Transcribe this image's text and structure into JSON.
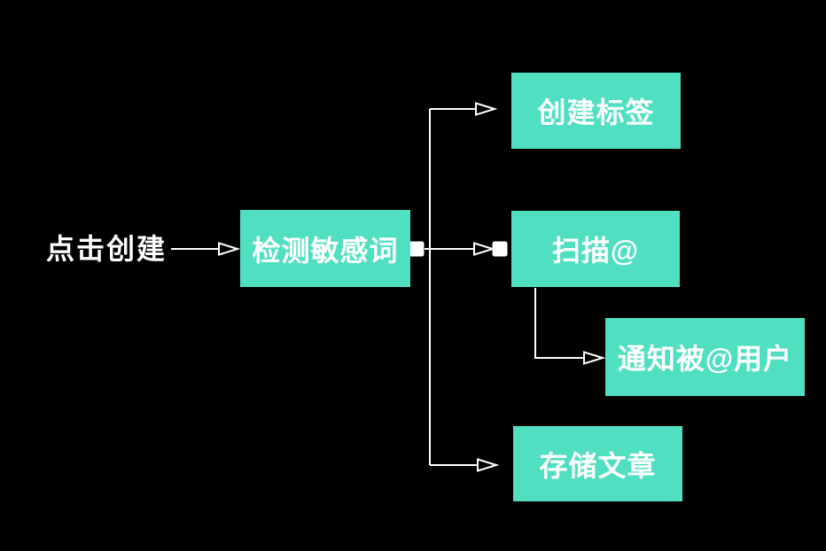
{
  "diagram": {
    "colors": {
      "background": "#000000",
      "node_fill": "#50e0c1",
      "node_text": "#ffffff",
      "connector": "#ffffff",
      "endpoint_handle": "#ffffff"
    },
    "start_label": "点击创建",
    "nodes": [
      {
        "id": "detect-sensitive-words",
        "label": "检测敏感词"
      },
      {
        "id": "create-tags",
        "label": "创建标签"
      },
      {
        "id": "scan-mentions",
        "label": "扫描@"
      },
      {
        "id": "notify-mentioned-users",
        "label": "通知被@用户"
      },
      {
        "id": "store-article",
        "label": "存储文章"
      }
    ],
    "edges": [
      {
        "from": "start-label",
        "to": "detect-sensitive-words"
      },
      {
        "from": "detect-sensitive-words",
        "to": "scan-mentions"
      },
      {
        "from": "detect-sensitive-words",
        "to": "create-tags"
      },
      {
        "from": "detect-sensitive-words",
        "to": "store-article"
      },
      {
        "from": "scan-mentions",
        "to": "notify-mentioned-users"
      }
    ]
  }
}
